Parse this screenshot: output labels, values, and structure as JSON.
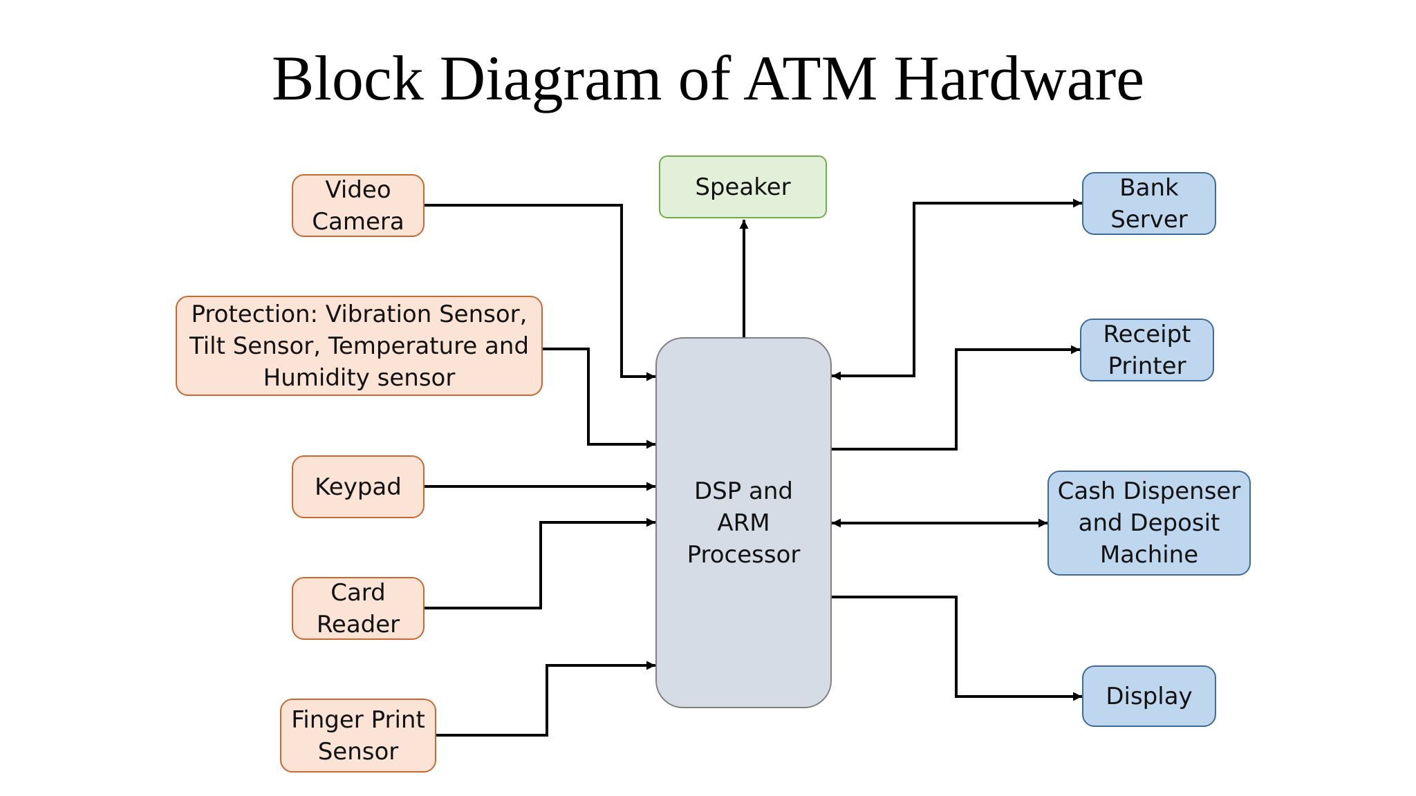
{
  "title": "Block Diagram of ATM Hardware",
  "colors": {
    "input_fill": "#fbe3d6",
    "input_border": "#c8682e",
    "output_fill": "#bfd7ee",
    "output_border": "#3c6b9a",
    "speaker_fill": "#e2f0d9",
    "speaker_border": "#70ad47",
    "processor_fill": "#d6dce5",
    "processor_border": "#7f7f7f",
    "connector": "#000000"
  },
  "processor": {
    "label": "DSP and\nARM\nProcessor"
  },
  "inputs": [
    {
      "id": "video-camera",
      "label": "Video\nCamera"
    },
    {
      "id": "protection",
      "label": "Protection: Vibration Sensor,\nTilt Sensor, Temperature and\nHumidity sensor"
    },
    {
      "id": "keypad",
      "label": "Keypad"
    },
    {
      "id": "card-reader",
      "label": "Card\nReader"
    },
    {
      "id": "finger-print-sensor",
      "label": "Finger Print\nSensor"
    }
  ],
  "speaker": {
    "label": "Speaker"
  },
  "outputs": [
    {
      "id": "bank-server",
      "label": "Bank\nServer"
    },
    {
      "id": "receipt-printer",
      "label": "Receipt\nPrinter"
    },
    {
      "id": "cash-dispenser",
      "label": "Cash Dispenser\nand Deposit\nMachine"
    },
    {
      "id": "display",
      "label": "Display"
    }
  ]
}
